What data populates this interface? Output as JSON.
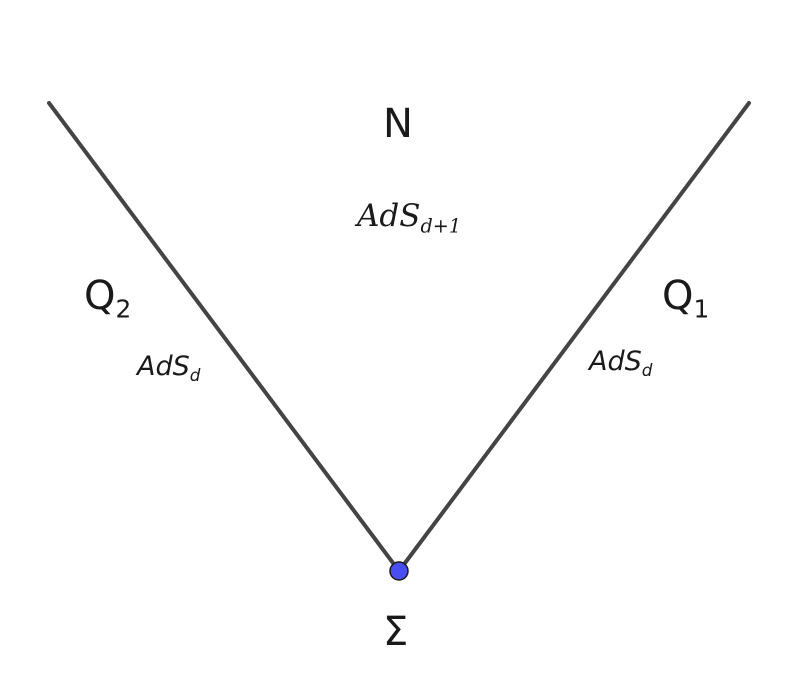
{
  "region": {
    "name": "N",
    "metric_base": "AdS",
    "metric_sub": "d+1"
  },
  "left_brane": {
    "name_base": "Q",
    "name_sub": "2",
    "metric_base": "AdS",
    "metric_sub": "d"
  },
  "right_brane": {
    "name_base": "Q",
    "name_sub": "1",
    "metric_base": "AdS",
    "metric_sub": "d"
  },
  "junction": {
    "name": "Σ"
  },
  "colors": {
    "line": "#444444",
    "point_fill": "#4a4ef0",
    "point_stroke": "#1a1a1a"
  }
}
